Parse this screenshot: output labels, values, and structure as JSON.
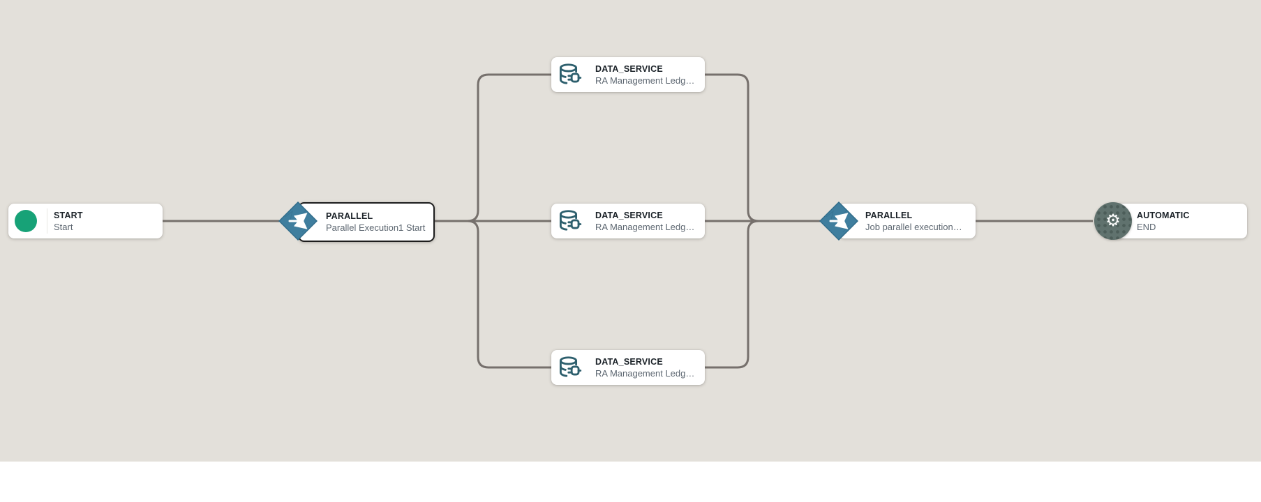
{
  "colors": {
    "canvas-bg": "#e3e0da",
    "connector": "#76706c",
    "card-bg": "#ffffff",
    "title-text": "#1b2228",
    "subtitle-text": "#5c6670",
    "start-green": "#17a277",
    "parallel-teal": "#3f7e9e",
    "data-service-teal": "#2d5f6d",
    "automatic-slate": "#60726e",
    "selected-border": "#1d1d1d",
    "divider": "#e9e7e4"
  },
  "nodes": [
    {
      "id": "start",
      "type_label": "START",
      "subtitle": "Start",
      "icon": "start-circle-icon",
      "selected": false
    },
    {
      "id": "parallel-start",
      "type_label": "PARALLEL",
      "subtitle": "Parallel Execution1 Start",
      "icon": "parallel-split-icon",
      "selected": true
    },
    {
      "id": "data-service-1",
      "type_label": "DATA_SERVICE",
      "subtitle": "RA Management Ledg…",
      "icon": "data-service-icon",
      "selected": false
    },
    {
      "id": "data-service-2",
      "type_label": "DATA_SERVICE",
      "subtitle": "RA Management Ledg…",
      "icon": "data-service-icon",
      "selected": false
    },
    {
      "id": "data-service-3",
      "type_label": "DATA_SERVICE",
      "subtitle": "RA Management Ledg…",
      "icon": "data-service-icon",
      "selected": false
    },
    {
      "id": "parallel-end",
      "type_label": "PARALLEL",
      "subtitle": "Job parallel execution…",
      "icon": "parallel-split-icon",
      "selected": false
    },
    {
      "id": "automatic-end",
      "type_label": "AUTOMATIC",
      "subtitle": "END",
      "icon": "gear-icon",
      "selected": false
    }
  ],
  "edges": [
    {
      "from": "start",
      "to": "parallel-start"
    },
    {
      "from": "parallel-start",
      "to": "data-service-1"
    },
    {
      "from": "parallel-start",
      "to": "data-service-2"
    },
    {
      "from": "parallel-start",
      "to": "data-service-3"
    },
    {
      "from": "data-service-1",
      "to": "parallel-end"
    },
    {
      "from": "data-service-2",
      "to": "parallel-end"
    },
    {
      "from": "data-service-3",
      "to": "parallel-end"
    },
    {
      "from": "parallel-end",
      "to": "automatic-end"
    }
  ],
  "icons": {
    "gear_glyph": "⚙"
  }
}
